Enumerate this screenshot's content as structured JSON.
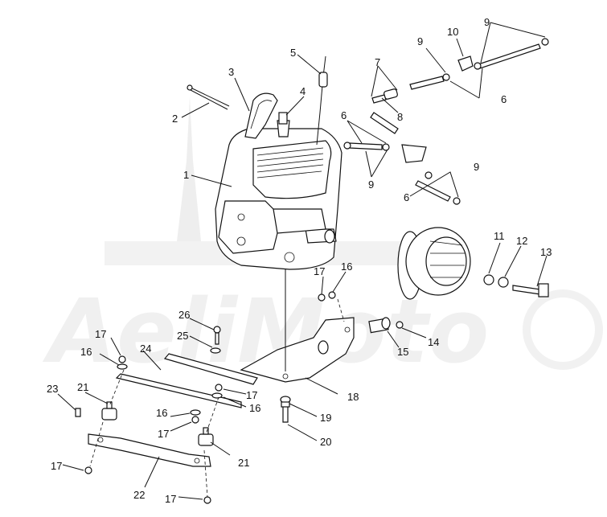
{
  "watermark": {
    "text": "AeliMoto"
  },
  "callouts": [
    {
      "id": "c1",
      "label": "1"
    },
    {
      "id": "c2",
      "label": "2"
    },
    {
      "id": "c3",
      "label": "3"
    },
    {
      "id": "c4",
      "label": "4"
    },
    {
      "id": "c5",
      "label": "5"
    },
    {
      "id": "c6a",
      "label": "6"
    },
    {
      "id": "c6b",
      "label": "6"
    },
    {
      "id": "c6c",
      "label": "6"
    },
    {
      "id": "c7",
      "label": "7"
    },
    {
      "id": "c8",
      "label": "8"
    },
    {
      "id": "c9a",
      "label": "9"
    },
    {
      "id": "c9b",
      "label": "9"
    },
    {
      "id": "c9c",
      "label": "9"
    },
    {
      "id": "c9d",
      "label": "9"
    },
    {
      "id": "c10",
      "label": "10"
    },
    {
      "id": "c11",
      "label": "11"
    },
    {
      "id": "c12",
      "label": "12"
    },
    {
      "id": "c13",
      "label": "13"
    },
    {
      "id": "c14",
      "label": "14"
    },
    {
      "id": "c15",
      "label": "15"
    },
    {
      "id": "c16a",
      "label": "16"
    },
    {
      "id": "c16b",
      "label": "16"
    },
    {
      "id": "c16c",
      "label": "16"
    },
    {
      "id": "c16d",
      "label": "16"
    },
    {
      "id": "c17a",
      "label": "17"
    },
    {
      "id": "c17b",
      "label": "17"
    },
    {
      "id": "c17c",
      "label": "17"
    },
    {
      "id": "c17d",
      "label": "17"
    },
    {
      "id": "c17e",
      "label": "17"
    },
    {
      "id": "c17f",
      "label": "17"
    },
    {
      "id": "c18",
      "label": "18"
    },
    {
      "id": "c19",
      "label": "19"
    },
    {
      "id": "c20",
      "label": "20"
    },
    {
      "id": "c21a",
      "label": "21"
    },
    {
      "id": "c21b",
      "label": "21"
    },
    {
      "id": "c22",
      "label": "22"
    },
    {
      "id": "c23",
      "label": "23"
    },
    {
      "id": "c24",
      "label": "24"
    },
    {
      "id": "c25",
      "label": "25"
    },
    {
      "id": "c26",
      "label": "26"
    }
  ]
}
